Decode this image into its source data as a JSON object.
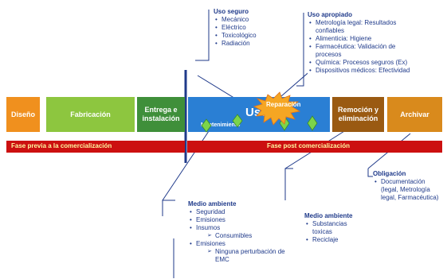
{
  "stages": {
    "diseno": "Diseño",
    "fabricacion": "Fabricación",
    "entrega": "Entrega e instalación",
    "uso": "Uso",
    "mantenimiento": "Mantenimiento",
    "reparacion": "Reparación",
    "remocion": "Remoción y eliminación",
    "archivar": "Archivar"
  },
  "phases": {
    "previa": "Fase previa a la comercialización",
    "post": "Fase post comercialización"
  },
  "uso_seguro": {
    "title": "Uso seguro",
    "items": [
      "Mecánico",
      "Eléctrico",
      "Toxicológico",
      "Radiación"
    ]
  },
  "uso_apropiado": {
    "title": "Uso apropiado",
    "items": [
      "Metrología legal: Resultados confiables",
      "Alimenticia: Higiene",
      "Farmacéutica: Validación de procesos",
      "Química: Procesos seguros (Ex)",
      "Dispositivos médicos: Efectividad"
    ]
  },
  "obligacion": {
    "title": "Obligación",
    "items": [
      "Documentación (legal, Metrología legal, Farmacéutica)"
    ]
  },
  "medio_ambiente_1": {
    "title": "Medio ambiente",
    "items": [
      "Seguridad",
      "Emisiones",
      "Insumos"
    ],
    "insumos_sub": "Consumibles",
    "emisiones2": "Emisiones",
    "emisiones2_sub": "Ninguna perturbación de EMC"
  },
  "medio_ambiente_2": {
    "title": "Medio ambiente",
    "items": [
      "Substancias toxicas",
      "Reciclaje"
    ]
  },
  "colors": {
    "diseno": "#f0901e",
    "fabricacion": "#8dc63f",
    "entrega": "#3f8f3a",
    "uso": "#2a7fd4",
    "remocion": "#9a5a12",
    "archivar": "#d98a1c",
    "phase_bar": "#cc1010",
    "text_blue": "#1f3a8a",
    "divider": "#1f3a8a"
  }
}
